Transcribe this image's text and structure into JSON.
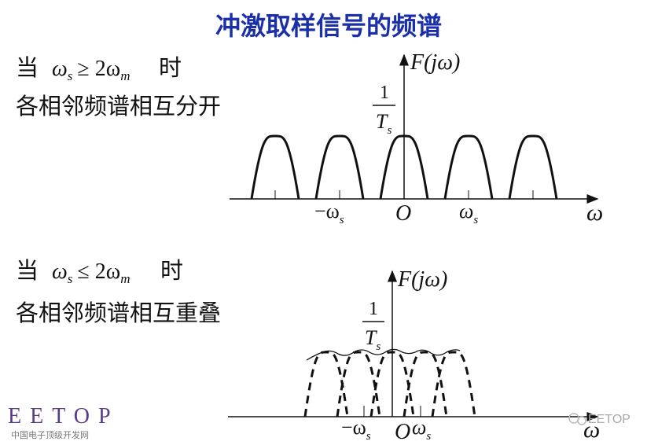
{
  "title": "冲激取样信号的频谱",
  "top": {
    "condition_prefix": "当",
    "condition_math": "ω",
    "condition_sub": "s",
    "condition_op": "≥ 2ω",
    "condition_sub2": "m",
    "condition_suffix": "时",
    "description": "各相邻频谱相互分开",
    "y_label": "F(jω)",
    "height_num": "1",
    "height_den": "T",
    "height_den_sub": "s",
    "tick_neg": "−ω",
    "tick_pos": "ω",
    "tick_sub": "s",
    "origin": "O",
    "x_label": "ω"
  },
  "bottom": {
    "condition_prefix": "当",
    "condition_math": "ω",
    "condition_sub": "s",
    "condition_op": "≤ 2ω",
    "condition_sub2": "m",
    "condition_suffix": "时",
    "description": "各相邻频谱相互重叠",
    "y_label": "F(jω)",
    "height_num": "1",
    "height_den": "T",
    "height_den_sub": "s",
    "tick_neg": "−ω",
    "tick_pos": "ω",
    "tick_sub": "s",
    "origin": "O",
    "x_label": "ω"
  },
  "watermark": {
    "logo": "EETOP",
    "logo_sub": "中国电子顶级开发网",
    "wechat": "EETOP"
  },
  "colors": {
    "title": "#1a2fa8",
    "logo": "#5a3a8a"
  }
}
